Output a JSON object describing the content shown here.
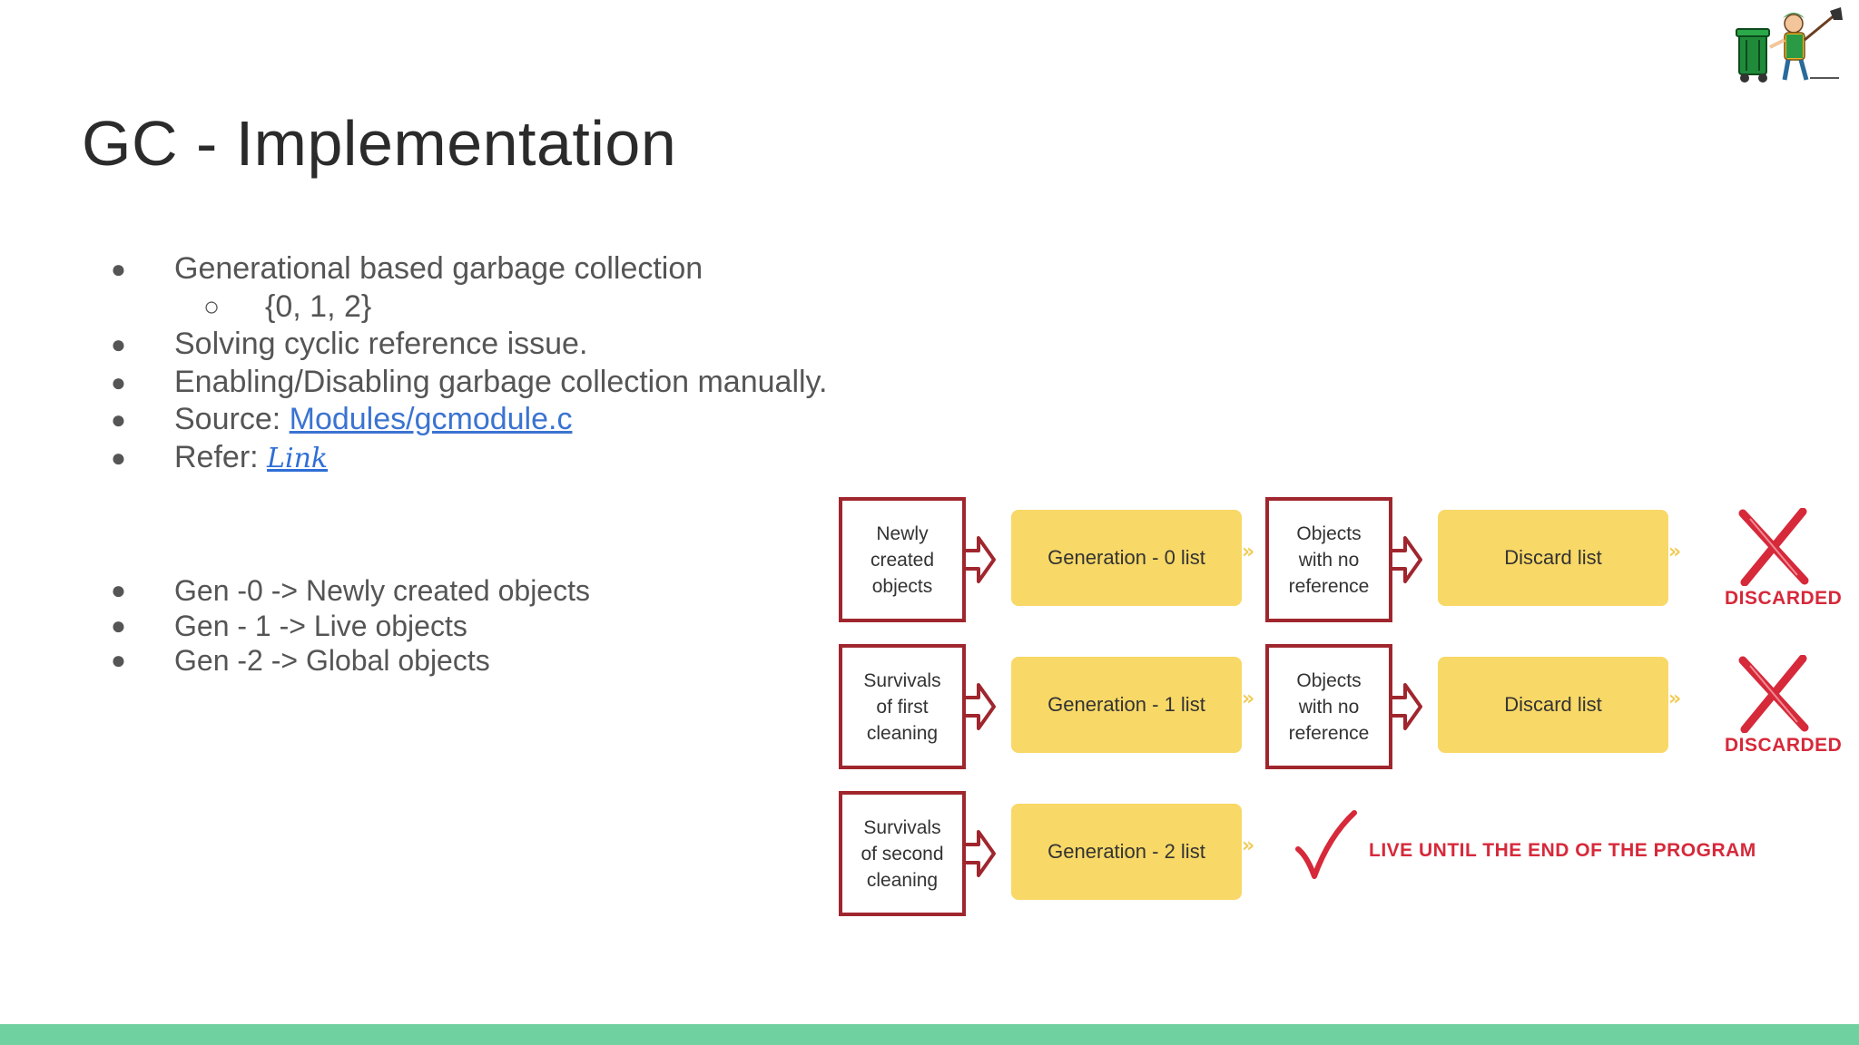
{
  "slide": {
    "title": "GC - Implementation",
    "bullets": [
      {
        "text": "Generational based garbage collection"
      },
      {
        "text": "{0, 1, 2}",
        "sub": true
      },
      {
        "text": "Solving cyclic reference issue."
      },
      {
        "text": "Enabling/Disabling garbage collection manually."
      },
      {
        "prefix": "Source: ",
        "link": "Modules/gcmodule.c"
      },
      {
        "prefix": "Refer: ",
        "link": "Link"
      }
    ],
    "gen_bullets": [
      "Gen -0 -> Newly created objects",
      "Gen - 1 -> Live objects",
      "Gen -2 -> Global objects"
    ],
    "bullet_glyph": "●",
    "sub_bullet_glyph": "○"
  },
  "diagram": {
    "rows": [
      {
        "source": "Newly\ncreated\nobjects",
        "generation": "Generation - 0 list",
        "check": "Objects\nwith no\nreference",
        "discard": "Discard list",
        "result": "DISCARDED"
      },
      {
        "source": "Survivals\nof first\ncleaning",
        "generation": "Generation -  1 list",
        "check": "Objects\nwith no\nreference",
        "discard": "Discard list",
        "result": "DISCARDED"
      },
      {
        "source": "Survivals\nof second\ncleaning",
        "generation": "Generation -  2 list",
        "result": "LIVE UNTIL THE END OF THE PROGRAM"
      }
    ],
    "chevron": "»",
    "colors": {
      "box_border": "#a0262e",
      "generation_fill": "#f8d866",
      "alert": "#d6293a",
      "footer": "#6fd19f"
    }
  },
  "mascot": {
    "icon": "garbage-collector-mascot-icon"
  }
}
